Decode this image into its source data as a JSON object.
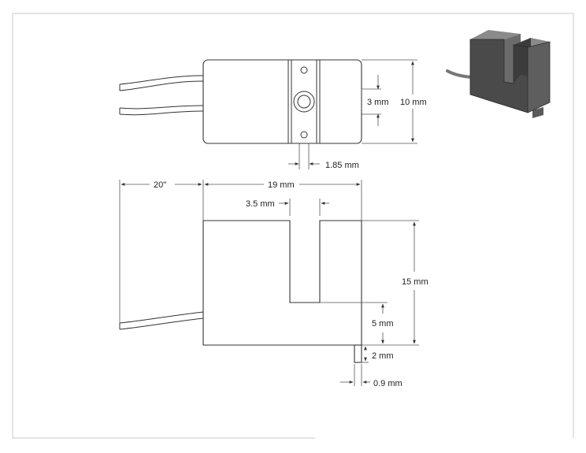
{
  "dimensions": {
    "slot_height": "3 mm",
    "body_height_top": "10 mm",
    "hole_offset": "1.85 mm",
    "lead_length": "20\"",
    "body_width": "19 mm",
    "slot_width": "3.5 mm",
    "body_height_side": "15 mm",
    "slot_bottom": "5 mm",
    "pin_length": "2 mm",
    "pin_width": "0.9 mm"
  },
  "colors": {
    "line": "#333333",
    "frame": "#c8c8c8",
    "render_dark": "#4a4a4a",
    "render_mid": "#6b6b6b",
    "render_light": "#8a8a8a"
  },
  "icons": {
    "render": "slotted-sensor-3d-render"
  }
}
